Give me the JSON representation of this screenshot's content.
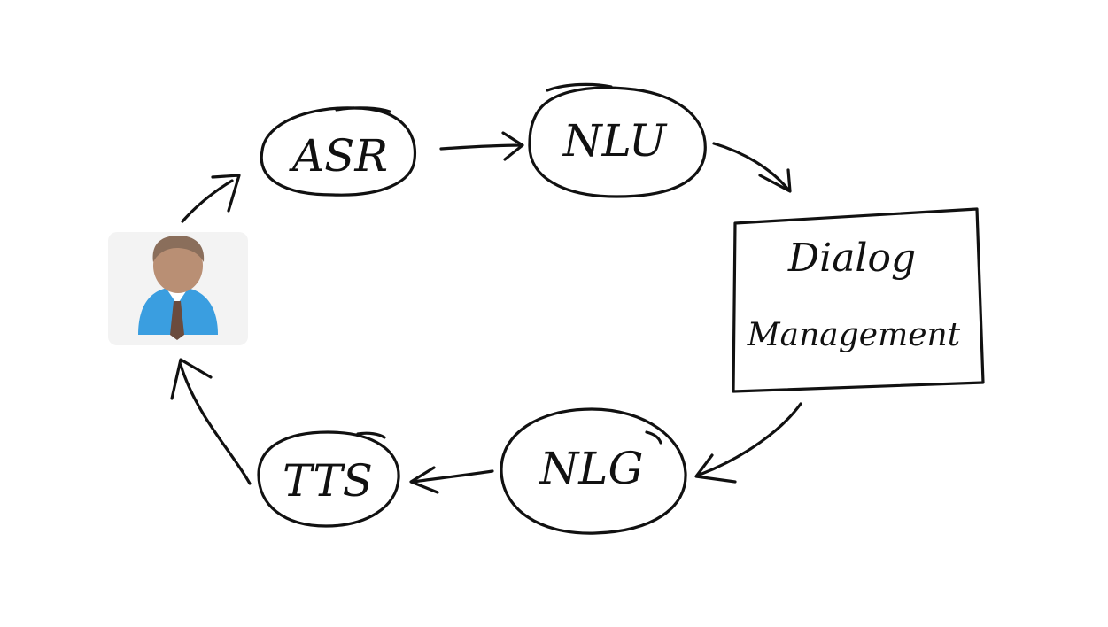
{
  "diagram": {
    "nodes": {
      "user": {
        "icon": "user-avatar-icon"
      },
      "asr": {
        "label": "ASR"
      },
      "nlu": {
        "label": "NLU"
      },
      "dialog": {
        "line1": "Dialog",
        "line2": "Management"
      },
      "nlg": {
        "label": "NLG"
      },
      "tts": {
        "label": "TTS"
      }
    },
    "edges": [
      {
        "from": "user",
        "to": "asr"
      },
      {
        "from": "asr",
        "to": "nlu"
      },
      {
        "from": "nlu",
        "to": "dialog"
      },
      {
        "from": "dialog",
        "to": "nlg"
      },
      {
        "from": "nlg",
        "to": "tts"
      },
      {
        "from": "tts",
        "to": "user"
      }
    ],
    "colors": {
      "ink": "#111111",
      "avatar_skin": "#b98f74",
      "avatar_hair": "#8a6e5b",
      "avatar_suit": "#3a9ee0",
      "avatar_tie": "#6b4b3d",
      "avatar_bg": "#f3f3f3"
    }
  }
}
